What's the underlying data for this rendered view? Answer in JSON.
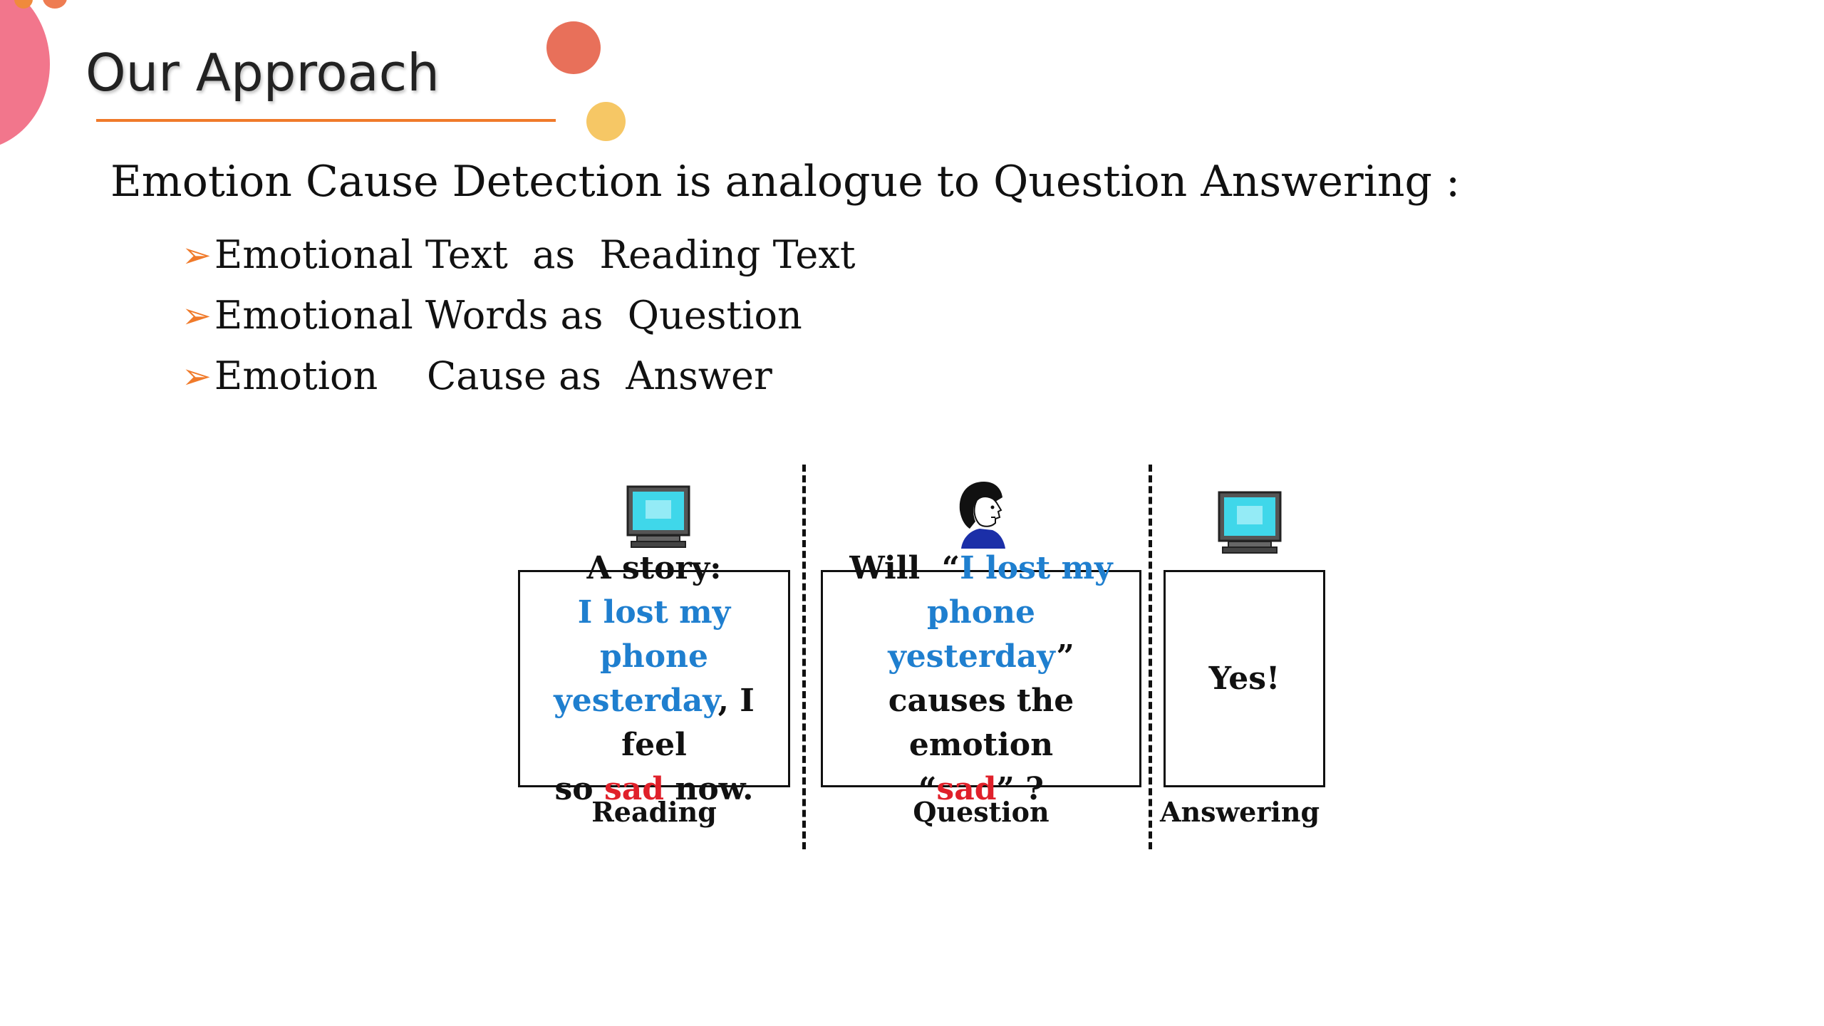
{
  "slide": {
    "title": "Our Approach",
    "main_line": "Emotion Cause Detection is analogue to Question Answering :",
    "bullets": [
      "Emotional Text  as  Reading Text",
      "Emotional Words as  Question",
      "Emotion    Cause as  Answer"
    ]
  },
  "diagram": {
    "reading": {
      "line1": "A story:",
      "blue1": "I lost my phone",
      "blue2": "yesterday",
      "after_blue2": ", I feel",
      "so": "so ",
      "red": "sad",
      "now": " now.",
      "caption": "Reading"
    },
    "question": {
      "will": "Will  “",
      "blue1": "I lost my",
      "blue2": "phone yesterday",
      "close_quote": "”",
      "line3": "causes the emotion",
      "open_quote": "“",
      "red": "sad",
      "end": "” ?",
      "caption": "Question"
    },
    "answer": {
      "text": "Yes!",
      "caption": "Answering"
    }
  },
  "colors": {
    "accent_orange": "#f07a2a",
    "highlight_blue": "#1f7fcf",
    "highlight_red": "#e0202a",
    "monitor_screen": "#3fd7ea"
  }
}
